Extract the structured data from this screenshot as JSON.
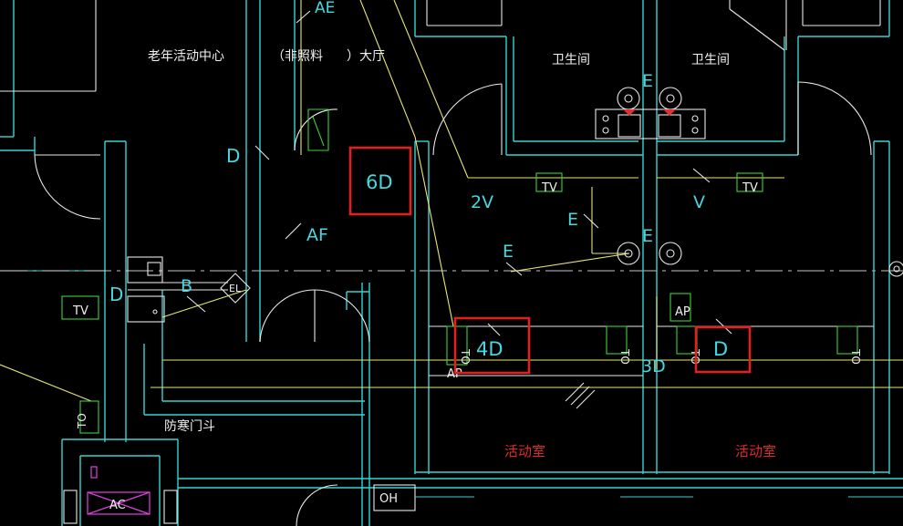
{
  "rooms": {
    "elderly_center": "老年活动中心",
    "hall_part1": "（非照料",
    "hall_part2": "）大厅",
    "toilet_left": "卫生间",
    "toilet_right": "卫生间",
    "air_lock": "防寒门斗",
    "activity_left": "活动室",
    "activity_right": "活动室"
  },
  "labels": {
    "ae": "AE",
    "d_hall": "D",
    "af": "AF",
    "six_d": "6D",
    "two_v": "2V",
    "v": "V",
    "e_top": "E",
    "e_mid": "E",
    "e_low": "E",
    "e_right": "E",
    "tv_left": "TV",
    "tv_right": "TV",
    "tv_west": "TV",
    "d_west": "D",
    "b": "B",
    "el": "EL",
    "to_west": "TO",
    "to_1": "TO",
    "to_2": "TO",
    "to_3": "TO",
    "to_4": "TO",
    "four_d": "4D",
    "ap_left": "AP",
    "ap_right": "AP",
    "three_d": "3D",
    "d_right": "D",
    "ac": "AC",
    "oh": "OH"
  },
  "colors": {
    "wall": "#35d4d4",
    "wiring": "#e6e676",
    "highlight": "#e12020",
    "background": "#000000"
  }
}
